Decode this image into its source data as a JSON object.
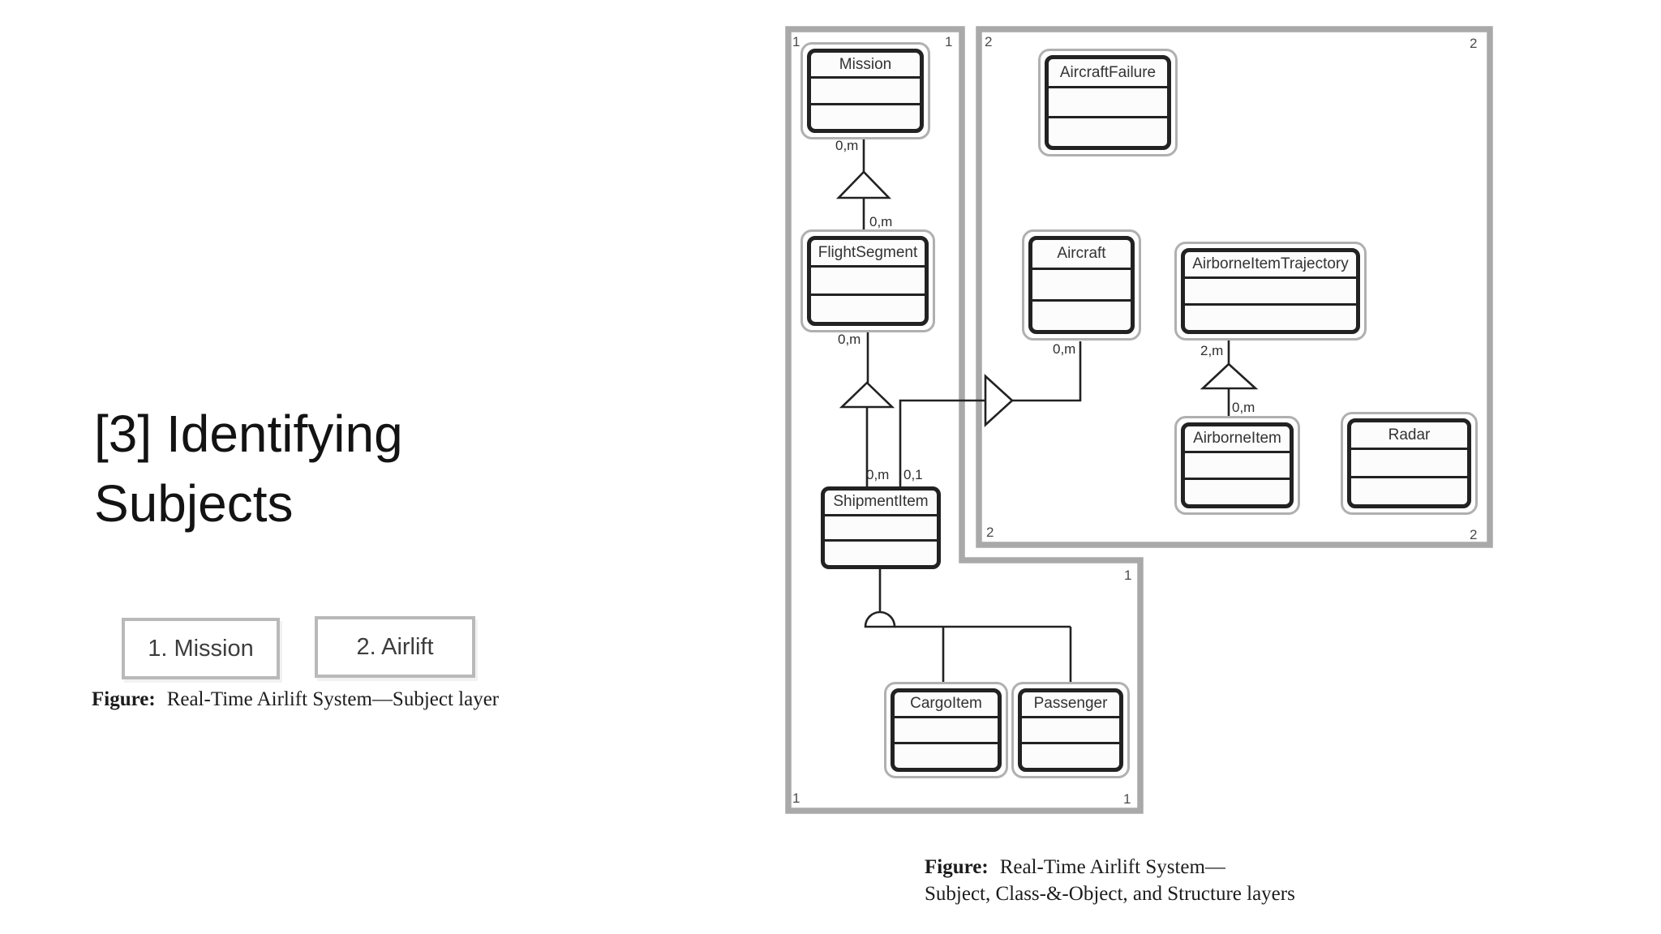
{
  "slide": {
    "title": {
      "line1": "[3] Identifying",
      "line2": "Subjects"
    },
    "subject_chips": [
      {
        "label": "1. Mission"
      },
      {
        "label": "2. Airlift"
      }
    ],
    "left_caption": {
      "prefix": "Figure:",
      "text": "Real-Time Airlift System—Subject layer"
    },
    "right_caption": {
      "prefix": "Figure:",
      "line1": "Real-Time Airlift System—",
      "line2": "Subject, Class-&-Object, and Structure layers"
    }
  },
  "diagram": {
    "subject1_number": "1",
    "subject2_number": "2",
    "classes": [
      {
        "name": "Mission"
      },
      {
        "name": "FlightSegment"
      },
      {
        "name": "ShipmentItem"
      },
      {
        "name": "CargoItem"
      },
      {
        "name": "Passenger"
      },
      {
        "name": "AircraftFailure"
      },
      {
        "name": "Aircraft"
      },
      {
        "name": "AirborneItemTrajectory"
      },
      {
        "name": "AirborneItem"
      },
      {
        "name": "Radar"
      }
    ],
    "multiplicities": [
      "0,m",
      "0,m",
      "0,m",
      "0,m",
      "0,1",
      "0,m",
      "2,m",
      "0,m"
    ]
  },
  "colors": {
    "subject_border": "#a9a9a9",
    "class_ring": "#b0b0b0",
    "class_border": "#222222",
    "connector": "#222222",
    "text": "#2e2e2e"
  }
}
